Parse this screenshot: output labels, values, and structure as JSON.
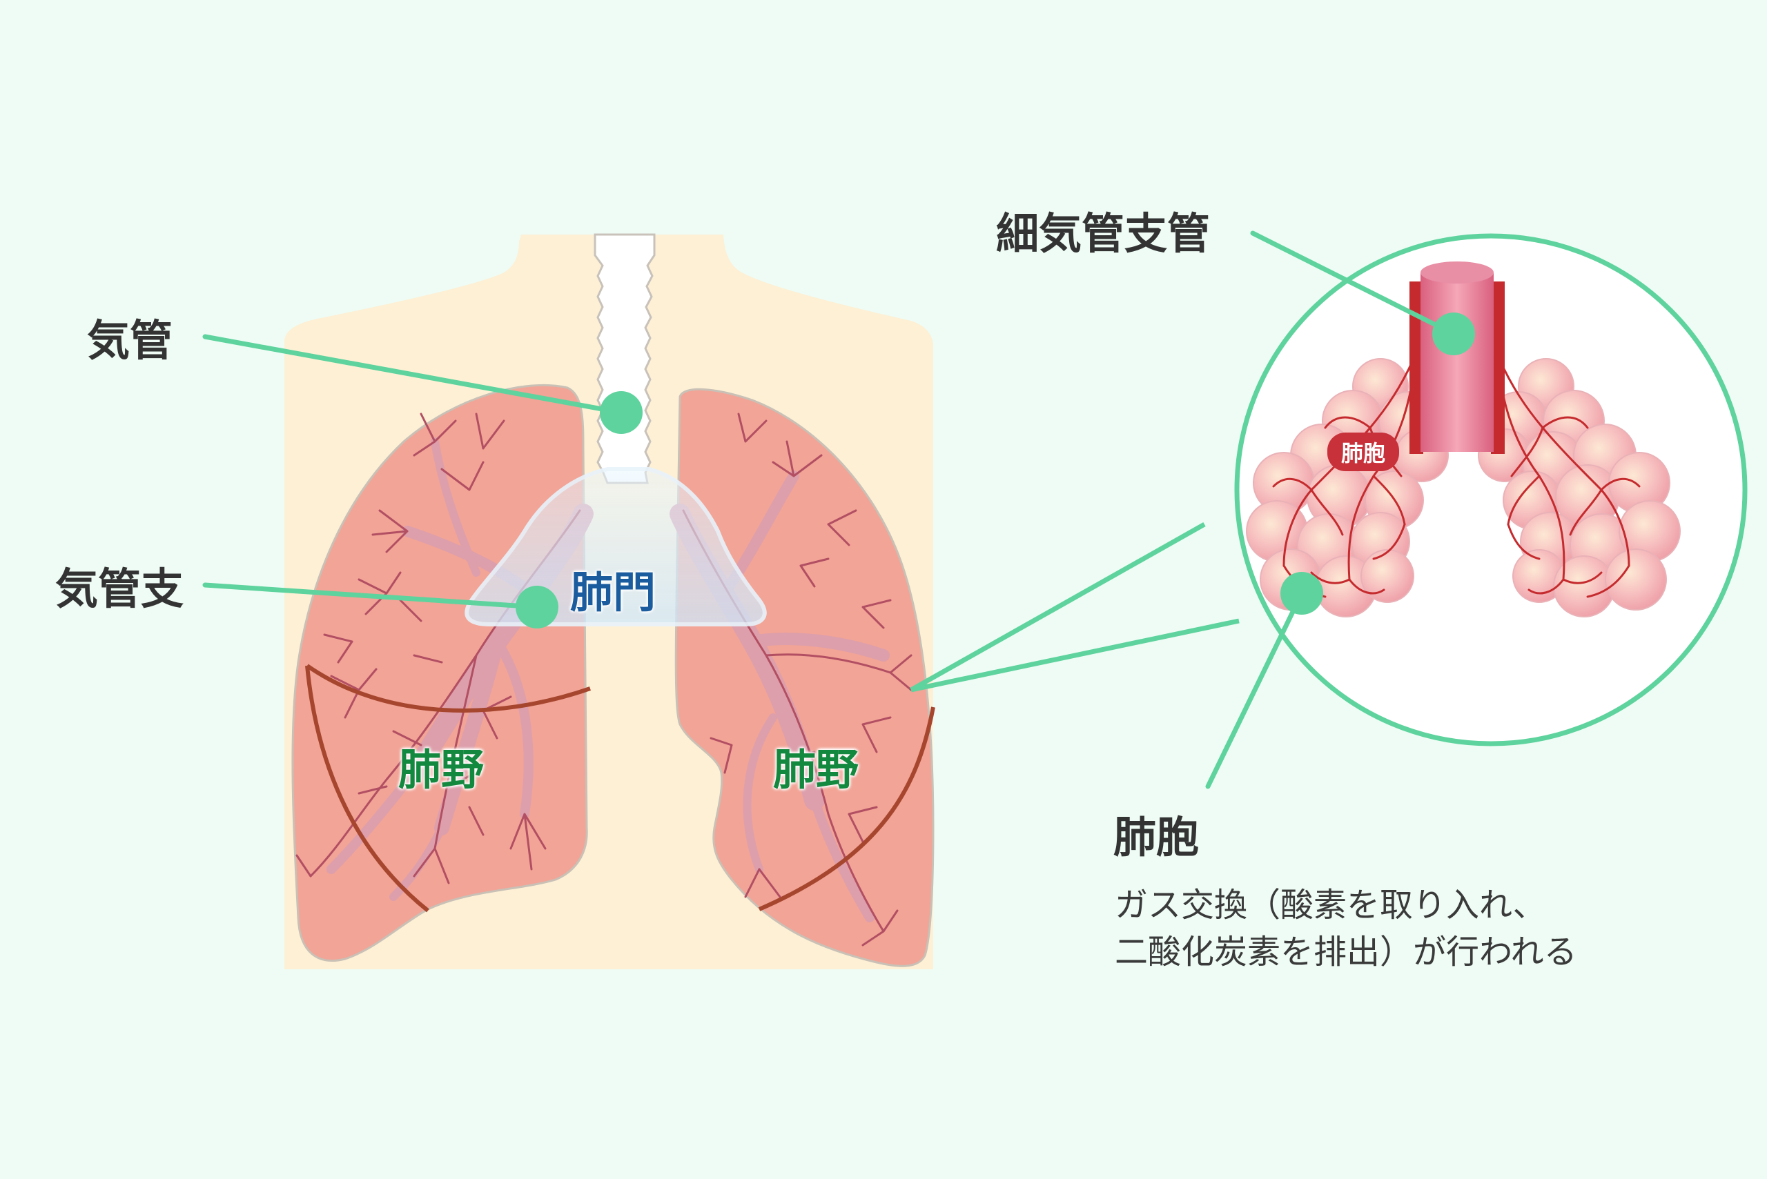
{
  "labels": {
    "trachea": "気管",
    "bronchus": "気管支",
    "hilum": "肺門",
    "lung_field_left": "肺野",
    "lung_field_right": "肺野",
    "bronchiole": "細気管支管",
    "alveolus_badge": "肺胞",
    "alveolus": "肺胞"
  },
  "description": {
    "line1": "ガス交換（酸素を取り入れ、",
    "line2": "二酸化炭素を排出）が行われる"
  },
  "colors": {
    "background": "#eefcf5",
    "callout": "#5ed39d",
    "lung": "#f2a496",
    "bronchi": "#dd9fab",
    "body": "#fdf0d5",
    "vessel": "#c52b2e",
    "hilum_text": "#1a5c9e",
    "lung_field_text": "#13883f"
  }
}
